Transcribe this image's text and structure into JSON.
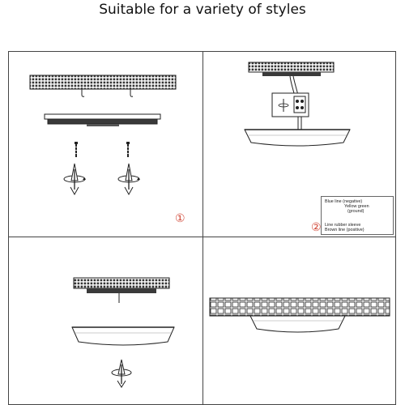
{
  "title": "Suitable for a variety of styles",
  "steps": {
    "step1": "①",
    "step2": "②"
  },
  "wiring_legend": {
    "blue": "Blue line (negative)",
    "yellow_green_1": "Yellow green",
    "yellow_green_2": "(ground)",
    "sleeve": "Line rubber sleeve",
    "brown": "Brown line (positive)"
  },
  "colors": {
    "line": "#222222",
    "border": "#444444",
    "step_number": "#d24a3a"
  }
}
